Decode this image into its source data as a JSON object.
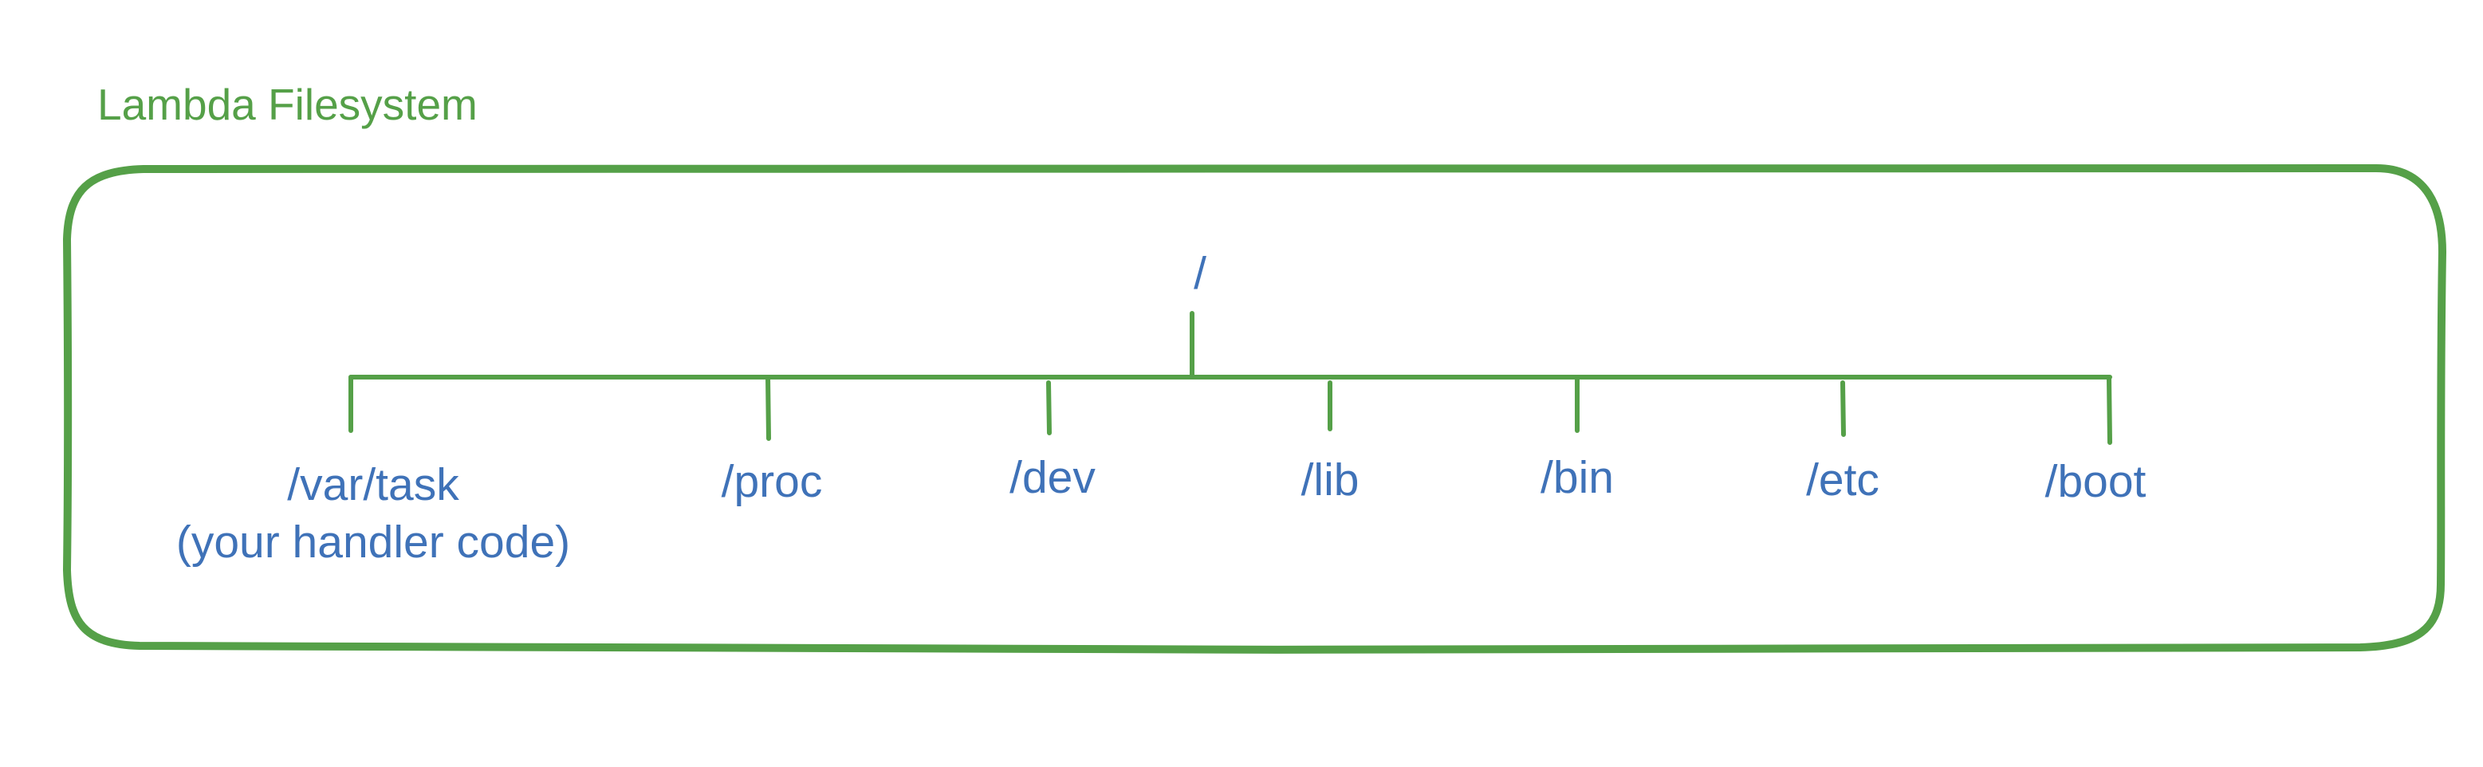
{
  "title": "Lambda Filesystem",
  "root": "/",
  "children": [
    {
      "name": "/var/task",
      "note": "(your handler code)"
    },
    {
      "name": "/proc"
    },
    {
      "name": "/dev"
    },
    {
      "name": "/lib"
    },
    {
      "name": "/bin"
    },
    {
      "name": "/etc"
    },
    {
      "name": "/boot"
    }
  ],
  "colors": {
    "frame": "#55a048",
    "text": "#3f72b8",
    "title": "#55a048"
  }
}
